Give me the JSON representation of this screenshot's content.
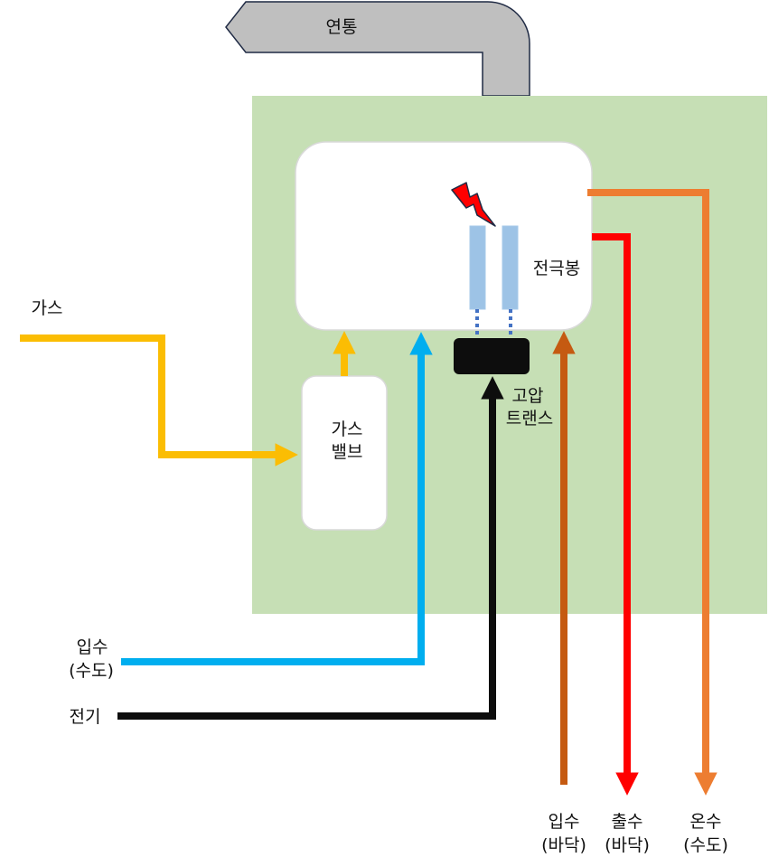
{
  "labels": {
    "flue": "연통",
    "gas": "가스",
    "gas_valve_line1": "가스",
    "gas_valve_line2": "밸브",
    "electrode": "전극봉",
    "transformer_line1": "고압",
    "transformer_line2": "트랜스",
    "water_in_tap_line1": "입수",
    "water_in_tap_line2": "(수도)",
    "electricity": "전기",
    "water_in_floor_line1": "입수",
    "water_in_floor_line2": "(바닥)",
    "water_out_floor_line1": "출수",
    "water_out_floor_line2": "(바닥)",
    "hot_water_line1": "온수",
    "hot_water_line2": "(수도)"
  },
  "colors": {
    "housing": "#c6dfb5",
    "flue": "#bfbfbf",
    "gas": "#fbbd03",
    "water_in_tap": "#00aeef",
    "electricity": "#0d0d0d",
    "water_in_floor": "#c55a11",
    "water_out_floor": "#ff0000",
    "hot_water": "#ed7d31",
    "electrode": "#9dc3e6",
    "spark": "#ff0000"
  }
}
